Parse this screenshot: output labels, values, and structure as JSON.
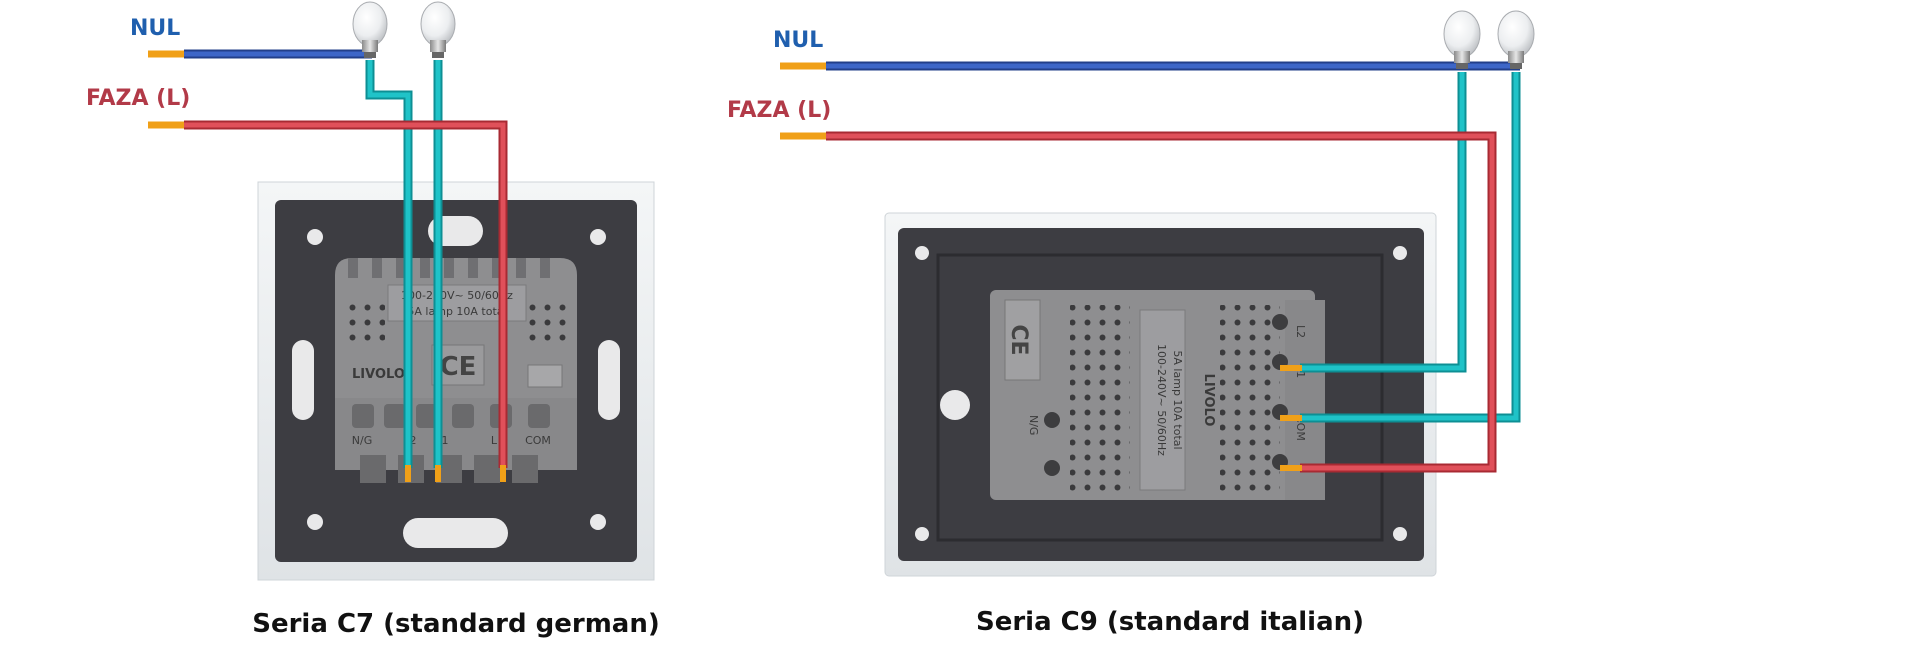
{
  "colors": {
    "neutral": "#2f56b8",
    "phase": "#d63a45",
    "load_wire": "#18b2b8",
    "neutral_label": "#1f5fae",
    "phase_label": "#b23a48",
    "frame": "#e9ecef",
    "plate": "#3d3d42",
    "module": "#8e8e90"
  },
  "left": {
    "nul_label": "NUL",
    "faza_label": "FAZA (L)",
    "caption": "Seria C7 (standard german)",
    "module": {
      "brand": "LIVOLO",
      "rating_line1": "100-240V~ 50/60Hz",
      "rating_line2": "5A lamp 10A total",
      "terminals": [
        "N/G",
        "2",
        "1",
        "L",
        "COM"
      ]
    }
  },
  "right": {
    "nul_label": "NUL",
    "faza_label": "FAZA (L)",
    "caption": "Seria C9 (standard italian)",
    "module": {
      "brand": "LIVOLO",
      "rating_line1": "100-240V~ 50/60Hz",
      "rating_line2": "5A lamp 10A total",
      "terminals": [
        "L2",
        "L1",
        "COM",
        "N/G"
      ]
    }
  },
  "icons": [
    "bulb-icon",
    "ce-mark-icon",
    "screw-icon"
  ]
}
